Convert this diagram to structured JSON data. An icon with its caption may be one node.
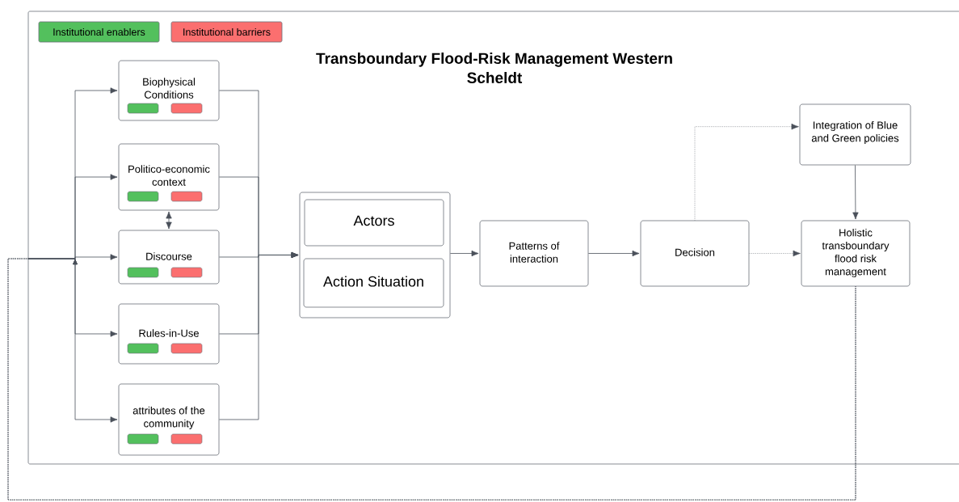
{
  "diagram": {
    "title": "Transboundary Flood-Risk Management Western Scheldt",
    "nodes": [
      {
        "text": [
          "Biophysical Conditions"
        ]
      },
      {
        "text": [
          "Politico-economic context"
        ]
      },
      {
        "text": [
          "Discourse"
        ]
      },
      {
        "text": [
          "Rules-in-Use"
        ]
      },
      {
        "text": [
          "attributes of the community"
        ]
      },
      {
        "text": [],
        "shape": "box"
      },
      {
        "text": [
          "Actors"
        ],
        "in": 5
      },
      {
        "text": [
          "Action Situation"
        ],
        "in": 5
      },
      {
        "text": [
          "Patterns of interaction"
        ]
      },
      {
        "text": [
          "Decision"
        ]
      },
      {
        "text": [
          "Integration of Blue and Green policies"
        ]
      },
      {
        "text": [
          "Holistic transboundary flood risk management"
        ]
      }
    ],
    "edges": [
      {
        "from": 11,
        "to": 0,
        "arrow": "to",
        "style": "dashed"
      },
      {
        "from": 11,
        "to": 1,
        "arrow": "to",
        "style": "dashed"
      },
      {
        "from": 11,
        "to": 2,
        "arrow": "to",
        "style": "dashed"
      },
      {
        "from": 11,
        "to": 3,
        "arrow": "to",
        "style": "dashed"
      },
      {
        "from": 11,
        "to": 4,
        "arrow": "to",
        "style": "dashed"
      },
      {
        "from": 0,
        "to": 5,
        "arrow": "to"
      },
      {
        "from": 1,
        "to": 5,
        "arrow": "to"
      },
      {
        "from": 2,
        "to": 5,
        "arrow": "to"
      },
      {
        "from": 3,
        "to": 5,
        "arrow": "to"
      },
      {
        "from": 4,
        "to": 5,
        "arrow": "to"
      },
      {
        "from": 1,
        "to": 2,
        "arrow": "both"
      },
      {
        "from": 5,
        "to": 8,
        "arrow": "to"
      },
      {
        "from": 8,
        "to": 9,
        "arrow": "to"
      },
      {
        "from": 9,
        "to": 10,
        "arrow": "to",
        "style": "dashed"
      },
      {
        "from": 9,
        "to": 11,
        "arrow": "to",
        "style": "dashed"
      },
      {
        "from": 10,
        "to": 11,
        "arrow": "to"
      }
    ],
    "legend": [
      {
        "text": "Institutional enablers",
        "color": "#53c05d"
      },
      {
        "text": "Institutional barriers",
        "color": "#fb6f6f"
      }
    ]
  }
}
